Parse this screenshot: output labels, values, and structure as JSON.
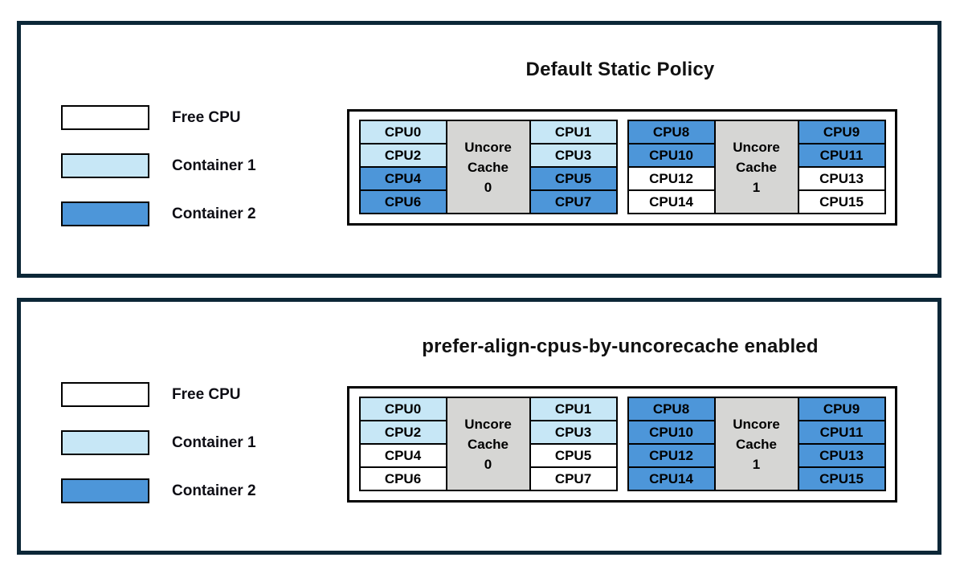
{
  "colors": {
    "free": "#ffffff",
    "container1": "#c7e7f6",
    "container2": "#4d96d9",
    "cache": "#d6d6d4",
    "panel_border": "#0c2737"
  },
  "panels": [
    {
      "title": "Default Static Policy",
      "legend": [
        {
          "label": "Free CPU",
          "type": "free"
        },
        {
          "label": "Container 1",
          "type": "container1"
        },
        {
          "label": "Container 2",
          "type": "container2"
        }
      ],
      "sockets": [
        {
          "cache_label": "Uncore\nCache\n0",
          "left_cpus": [
            {
              "label": "CPU0",
              "type": "container1"
            },
            {
              "label": "CPU2",
              "type": "container1"
            },
            {
              "label": "CPU4",
              "type": "container2"
            },
            {
              "label": "CPU6",
              "type": "container2"
            }
          ],
          "right_cpus": [
            {
              "label": "CPU1",
              "type": "container1"
            },
            {
              "label": "CPU3",
              "type": "container1"
            },
            {
              "label": "CPU5",
              "type": "container2"
            },
            {
              "label": "CPU7",
              "type": "container2"
            }
          ]
        },
        {
          "cache_label": "Uncore\nCache\n1",
          "left_cpus": [
            {
              "label": "CPU8",
              "type": "container2"
            },
            {
              "label": "CPU10",
              "type": "container2"
            },
            {
              "label": "CPU12",
              "type": "free"
            },
            {
              "label": "CPU14",
              "type": "free"
            }
          ],
          "right_cpus": [
            {
              "label": "CPU9",
              "type": "container2"
            },
            {
              "label": "CPU11",
              "type": "container2"
            },
            {
              "label": "CPU13",
              "type": "free"
            },
            {
              "label": "CPU15",
              "type": "free"
            }
          ]
        }
      ]
    },
    {
      "title": "prefer-align-cpus-by-uncorecache enabled",
      "legend": [
        {
          "label": "Free CPU",
          "type": "free"
        },
        {
          "label": "Container 1",
          "type": "container1"
        },
        {
          "label": "Container 2",
          "type": "container2"
        }
      ],
      "sockets": [
        {
          "cache_label": "Uncore\nCache\n0",
          "left_cpus": [
            {
              "label": "CPU0",
              "type": "container1"
            },
            {
              "label": "CPU2",
              "type": "container1"
            },
            {
              "label": "CPU4",
              "type": "free"
            },
            {
              "label": "CPU6",
              "type": "free"
            }
          ],
          "right_cpus": [
            {
              "label": "CPU1",
              "type": "container1"
            },
            {
              "label": "CPU3",
              "type": "container1"
            },
            {
              "label": "CPU5",
              "type": "free"
            },
            {
              "label": "CPU7",
              "type": "free"
            }
          ]
        },
        {
          "cache_label": "Uncore\nCache\n1",
          "left_cpus": [
            {
              "label": "CPU8",
              "type": "container2"
            },
            {
              "label": "CPU10",
              "type": "container2"
            },
            {
              "label": "CPU12",
              "type": "container2"
            },
            {
              "label": "CPU14",
              "type": "container2"
            }
          ],
          "right_cpus": [
            {
              "label": "CPU9",
              "type": "container2"
            },
            {
              "label": "CPU11",
              "type": "container2"
            },
            {
              "label": "CPU13",
              "type": "container2"
            },
            {
              "label": "CPU15",
              "type": "container2"
            }
          ]
        }
      ]
    }
  ]
}
